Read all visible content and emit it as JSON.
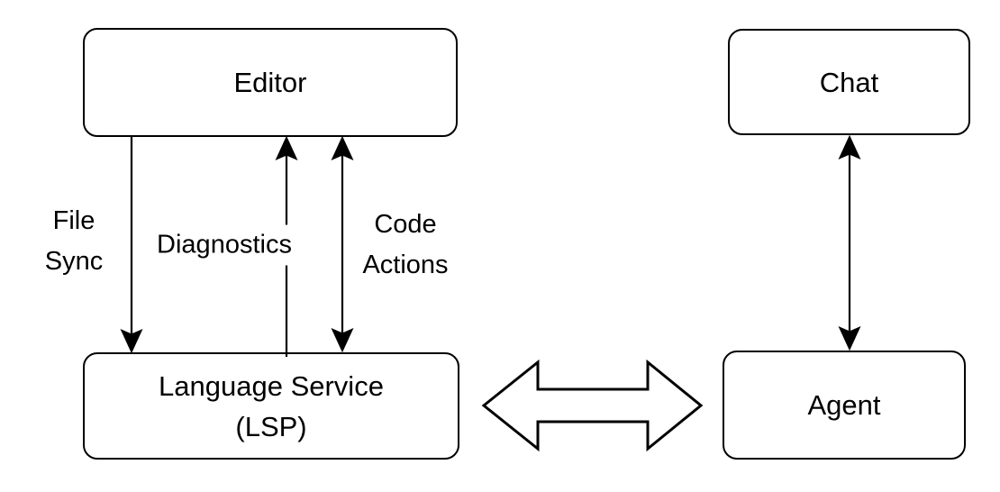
{
  "colors": {
    "stroke": "#000000",
    "node_fill": "#ffffff",
    "background": "#ffffff"
  },
  "nodes": {
    "editor": {
      "label": "Editor"
    },
    "chat": {
      "label": "Chat"
    },
    "language_service": {
      "label_line1": "Language Service",
      "label_line2": "(LSP)"
    },
    "agent": {
      "label": "Agent"
    }
  },
  "edges": {
    "file_sync": {
      "label_line1": "File",
      "label_line2": "Sync",
      "from": "Editor",
      "to": "Language Service (LSP)",
      "direction": "one-way-down"
    },
    "diagnostics": {
      "label": "Diagnostics",
      "from": "Language Service (LSP)",
      "to": "Editor",
      "direction": "one-way-up"
    },
    "code_actions": {
      "label_line1": "Code",
      "label_line2": "Actions",
      "from": "Editor",
      "to": "Language Service (LSP)",
      "direction": "two-way"
    },
    "chat_agent": {
      "from": "Chat",
      "to": "Agent",
      "direction": "two-way"
    },
    "lsp_agent": {
      "from": "Language Service (LSP)",
      "to": "Agent",
      "direction": "two-way",
      "style": "hollow-block-arrow"
    }
  }
}
